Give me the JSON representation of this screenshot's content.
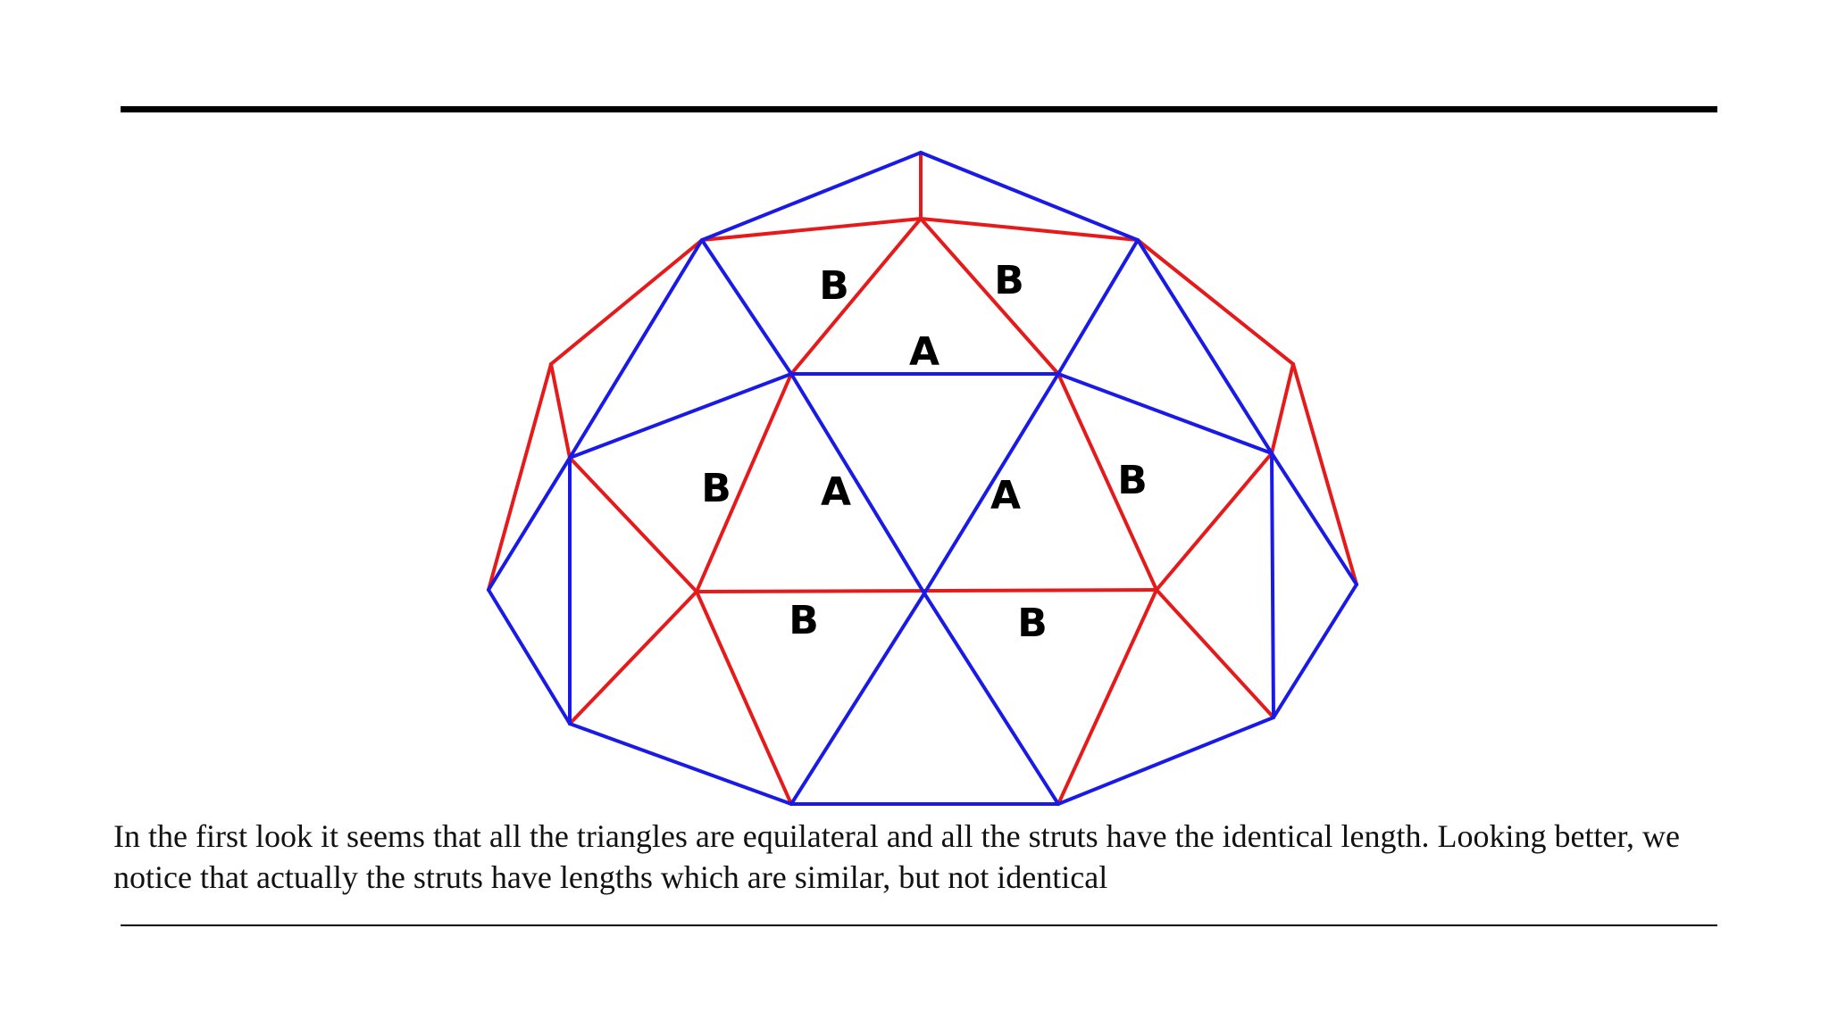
{
  "colors": {
    "blue": "#1a1ae6",
    "red": "#e61a1a",
    "rule": "#000000"
  },
  "labels": {
    "b1": "B",
    "b2": "B",
    "a_top": "A",
    "b_left": "B",
    "a_left": "A",
    "a_right": "A",
    "b_right": "B",
    "b_bottom_left": "B",
    "b_bottom_right": "B"
  },
  "caption": "In the first look it seems that all the triangles are equilateral and all the struts have the identical length. Looking better, we notice that actually the struts have lengths which are similar, but not identical"
}
